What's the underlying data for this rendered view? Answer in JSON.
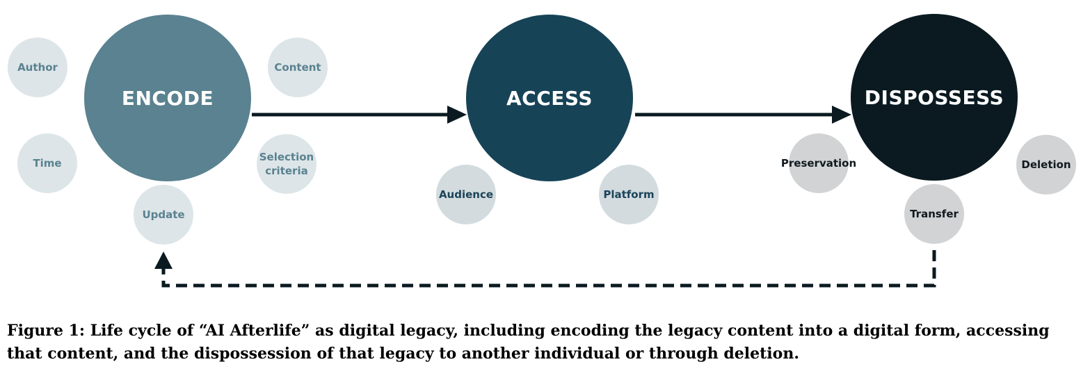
{
  "stages": {
    "encode": {
      "label": "ENCODE",
      "color": "#5a8290"
    },
    "access": {
      "label": "ACCESS",
      "color": "#174357"
    },
    "dispossess": {
      "label": "DISPOSSESS",
      "color": "#0b1a20"
    }
  },
  "encode_items": [
    "Author",
    "Content",
    "Time",
    "Selection\ncriteria",
    "Update"
  ],
  "access_items": [
    "Audience",
    "Platform"
  ],
  "dispossess_items": [
    "Preservation",
    "Deletion",
    "Transfer"
  ],
  "caption": "Figure 1: Life cycle of “AI Afterlife” as digital legacy, including encoding the legacy content into a digital form, accessing that content, and the dispossession of that legacy to another individual or through deletion."
}
